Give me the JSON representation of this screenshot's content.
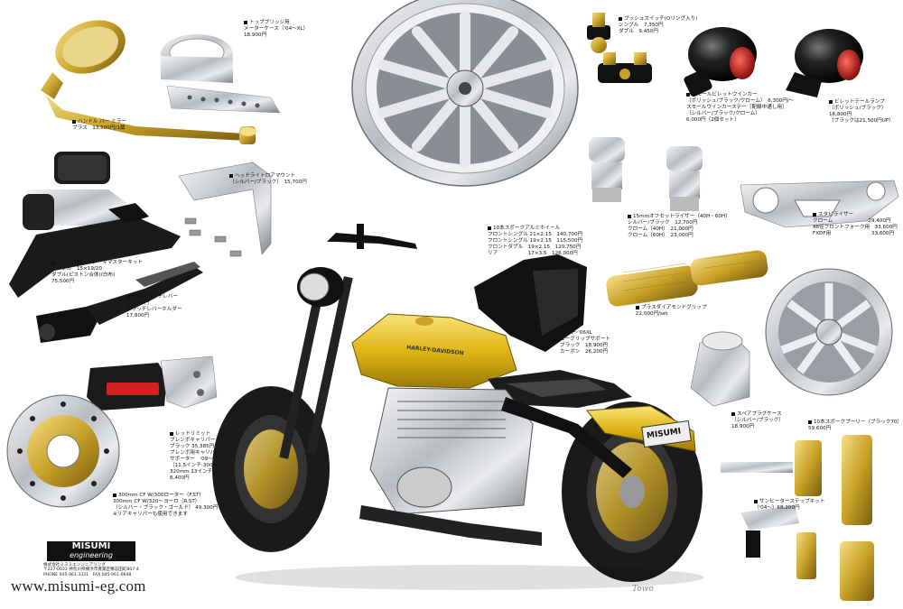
{
  "labels": {
    "mirror": "ハンドル バー ミラー\nブラス　13,500円/1個",
    "meter_cover": "トップブリッジ用\nメーターケース（'04〜XL）\n18,900円",
    "push_switch": "プッシュスイッチ(Oリング入り)\nシングル　7,350円\nダブル　9,450円",
    "bullet_winker": "スモールビレットウインカー\n（ポリッシュ/ブラック/クローム）　6,300円/〜\nスモールウインカーステー［配線中通し用］\n（シルバー/ブラック/クローム）\n6,000円（2個セット）",
    "tail_lamp": "ビレットテールランプ\n（ポリッシュ/ブラック）\n16,800円\n（ブラックは21,500円UP）",
    "wheel": "10本スポークアルミホイール\nフロントシングル 21×2.15　140,700円\nフロントシングル 19×2.15　115,500円\nフロントダブル　19×2.15　120,750円\nリア　　　　　　17×3.5　126,000円",
    "headlight_mount": "ヘッドライトロアマウント\n（シルバー/ブラック）　15,700円",
    "brake_master": "ブレンボRCSブレーキマスターキット\nシングル　15×19/20\nダブル(ピストン合体)(白布)\n75,500円",
    "riser": "15mmオフセットライザー（40H・60H）\nシルバー/ブラック　12,700円\nクローム（40H）　21,000円\nクローム（60H）　23,000円",
    "stabilizer": "スタビライザー\nクローム　　　　　　　29,400円\n48径フロントフォーク用　33,600円\nFXDF用　　　　　　　　33,600円",
    "clutch_lever": "MSSクラッチレバー\n12,600円\nクラッチレバーホルダー\n17,800円",
    "chin_spoiler": "'04〜'06XL\nエーグリップサポート\nブラック　18,900円\nカーボン　26,200円",
    "diamond_grip": "ブラスダイアモンドグリップ\n22,000円/set",
    "brembo_caliper": "レッドリミット\nブレンボキャリパー\nブラック 35,385円\nブレンボ用キャリパー\nサポーター　'09〜\n（11.5インチ-300mm\n320mm 13インチ）\n8,400円",
    "disc_rotor": "300mm CF W/300ローター（F.ST）\n300mm CF W/320〜ヨーロ（R.ST）\n（シルバー・ブラック・ゴールド） 49,300円\n※リアキャリパーも使用できます",
    "spare_plug": "スペアプラグケース\n（シルバー/ブラック）\n18,900円",
    "pulley": "10本スポークプーリー（ブラック70）\n59,600円",
    "stand_kit": "サンヒーターステップキット\n（'04〜）68,200円"
  },
  "logo": {
    "top": "MISUMI",
    "bottom": "engineering"
  },
  "company_text": "株式会社ミスミエンジニアリング\n〒227-0033 神奈川県横浜市青葉区鴨志田町807-4\nPHONE 045-961-3321　FAX 045-961-0648",
  "website": "www.misumi-eg.com",
  "bike_tank_text": "HARLEY-DAVIDSON",
  "plate_text": "MISUMI",
  "signature": "Towo",
  "colors": {
    "gold": "#c9a227",
    "chrome": "#c8cbd0",
    "black": "#1a1a1a",
    "yellow": "#e8c21a",
    "red": "#c41a1a"
  }
}
